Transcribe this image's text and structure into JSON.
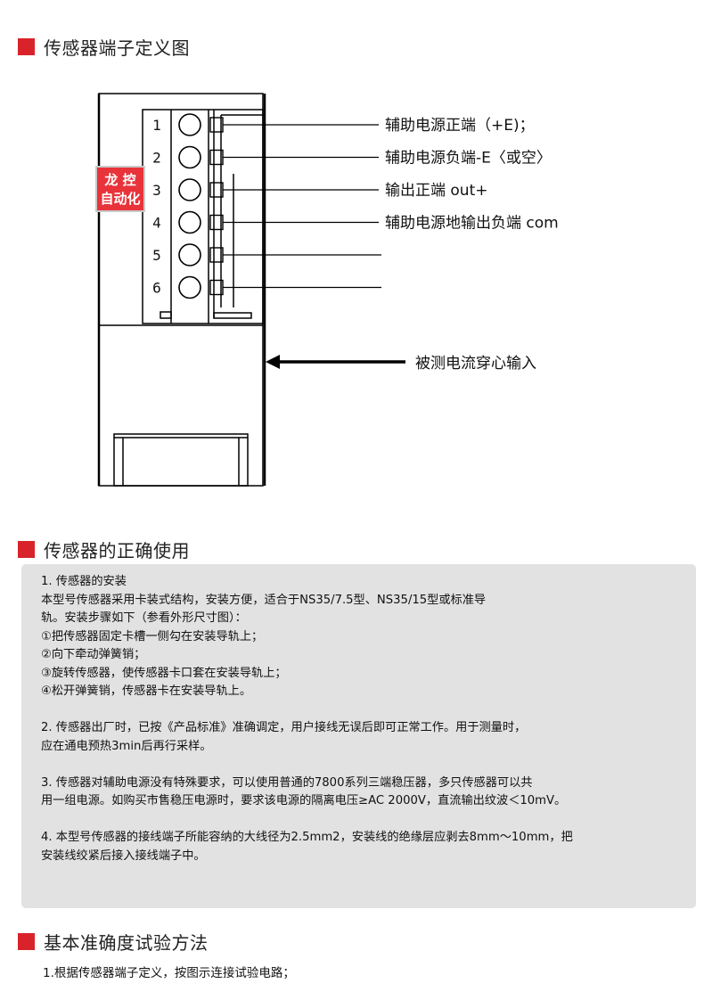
{
  "sections": {
    "terminal_title": "传感器端子定义图",
    "usage_title": "传感器的正确使用",
    "method_title": "基本准确度试验方法"
  },
  "diagram": {
    "stamp": {
      "line1": "龙 控",
      "line2": "自动化"
    },
    "terminals": [
      {
        "num": "1",
        "label": "辅助电源正端（+E)；"
      },
      {
        "num": "2",
        "label": "辅助电源负端-E〈或空〉"
      },
      {
        "num": "3",
        "label": "输出正端 out+"
      },
      {
        "num": "4",
        "label": "辅助电源地输出负端 com"
      },
      {
        "num": "5",
        "label": ""
      },
      {
        "num": "6",
        "label": ""
      }
    ],
    "input_label": "被测电流穿心输入"
  },
  "usage": {
    "lines": [
      "1. 传感器的安装",
      "本型号传感器采用卡装式结构，安装方便，适合于NS35/7.5型、NS35/15型或标准导",
      "轨。安装步骤如下（参看外形尺寸图）：",
      "①把传感器固定卡槽一侧勾在安装导轨上；",
      "②向下牵动弹簧销；",
      "③旋转传感器，使传感器卡口套在安装导轨上；",
      "④松开弹簧销，传感器卡在安装导轨上。",
      "",
      "2. 传感器出厂时，已按《产品标准》准确调定，用户接线无误后即可正常工作。用于测量时，",
      "应在通电预热3min后再行采样。",
      "",
      "3. 传感器对辅助电源没有特殊要求，可以使用普通的7800系列三端稳压器，多只传感器可以共",
      "用一组电源。如购买市售稳压电源时，要求该电源的隔离电压≥AC 2000V，直流输出纹波＜10mV。",
      "",
      "4. 本型号传感器的接线端子所能容纳的大线径为2.5mm2，安装线的绝缘层应剥去8mm～10mm，把",
      "安装线绞紧后接入接线端子中。"
    ]
  },
  "method": {
    "step1": "1.根据传感器端子定义，按图示连接试验电路；"
  },
  "colors": {
    "accent": "#d9232b",
    "box_bg": "#e2e2e2"
  }
}
